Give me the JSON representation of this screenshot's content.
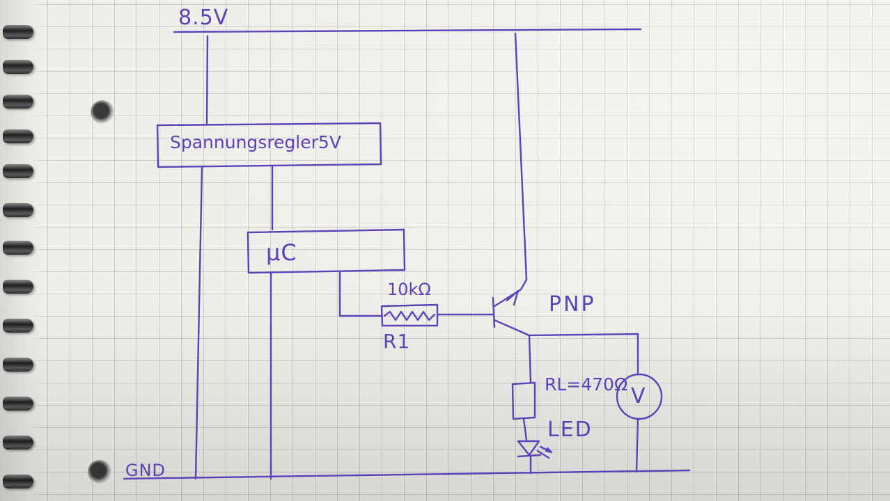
{
  "schematic": {
    "supply_rail": "8.5V",
    "ground_rail": "GND",
    "regulator": "Spannungsregler5V",
    "microcontroller": "μC",
    "resistor_value": "10kΩ",
    "resistor_name": "R1",
    "transistor": "PNP",
    "load": "RL=470Ω",
    "led": "LED",
    "voltmeter": "V"
  },
  "colors": {
    "ink": "#5a43b8",
    "paper": "#efeee9",
    "grid": "#a9a8b0"
  }
}
